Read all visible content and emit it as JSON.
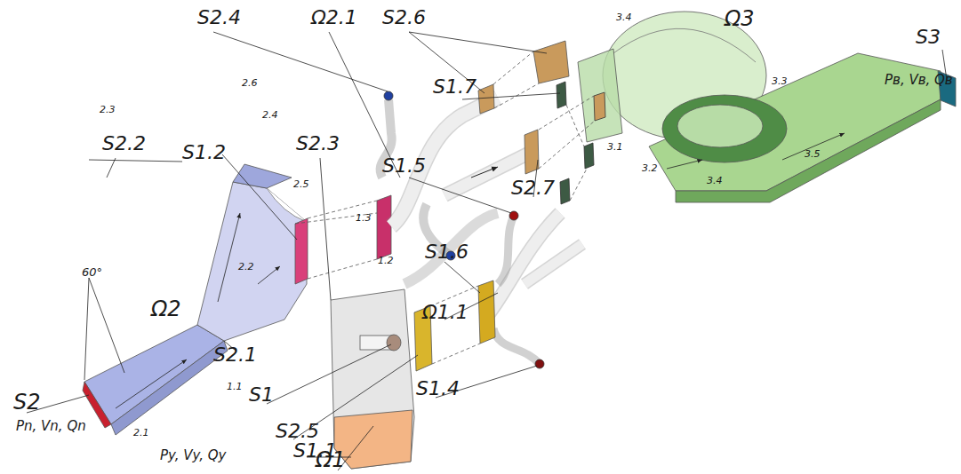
{
  "diagram": {
    "labels": [
      "S2.4",
      "Ω2.1",
      "S2.6",
      "Ω3",
      "3.4",
      "S3",
      "Pв, Vв, Qв",
      "3.3",
      "2.6",
      "S1.7",
      "2.4",
      "3.5",
      "3.1",
      "3.2",
      "2.3",
      "S2.2",
      "S1.2",
      "S2.3",
      "S1.5",
      "2.5",
      "S2.7",
      "3.4",
      "1.3",
      "S1.6",
      "1.2",
      "2.2",
      "60°",
      "Ω2",
      "Ω1.1",
      "S2.1",
      "1.1",
      "S1.4",
      "S2",
      "S1",
      "Pn, Vn, Qn",
      "2.1",
      "S2.5",
      "Py, Vy, Qy",
      "S1.1",
      "Ω1"
    ]
  }
}
